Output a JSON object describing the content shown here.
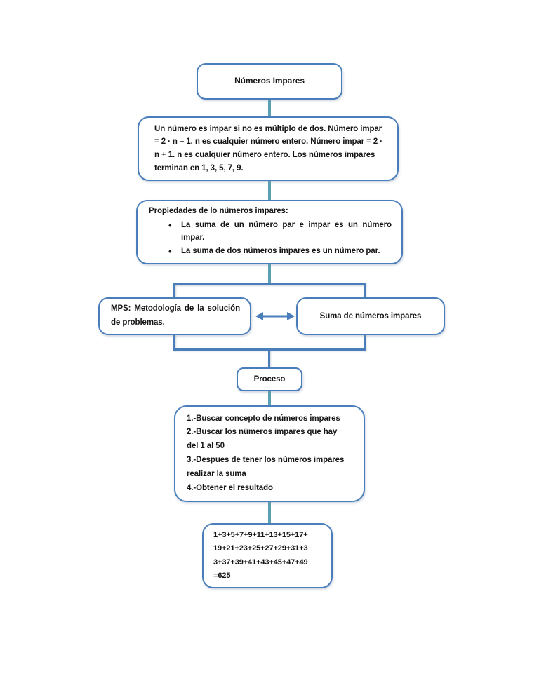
{
  "diagram": {
    "title": "Números Impares",
    "theme": {
      "box_border": "#4a7ebb",
      "box_fill": "#ffffff",
      "connector_teal": "#5aa0b4",
      "connector_blue": "#4a7ebb",
      "text": "#151515",
      "page_background": "#ffffff"
    },
    "nodes": {
      "title": {
        "label": "Números Impares"
      },
      "definition": {
        "lines": [
          "Un número es impar si no es múltiplo de dos.",
          "Número impar = 2 · n – 1. n es cualquier número entero.",
          "Número impar = 2 · n + 1. n es cualquier número entero.",
          "Los números impares terminan en 1, 3, 5, 7, 9."
        ]
      },
      "properties": {
        "heading": "Propiedades de lo números impares:",
        "bullets": [
          "La suma de un número par e impar es un número impar.",
          "La suma de dos números impares es un número par."
        ]
      },
      "mps": {
        "label": "MPS: Metodología de la solución de problemas."
      },
      "suma": {
        "label": "Suma de números impares"
      },
      "proceso": {
        "label": "Proceso"
      },
      "steps": {
        "lines": [
          "1.-Buscar concepto de números impares",
          "2.-Buscar los números impares que hay",
          "del 1 al 50",
          "3.-Despues de tener los números impares",
          "realizar la suma",
          "4.-Obtener el resultado"
        ]
      },
      "result": {
        "lines": [
          "1+3+5+7+9+11+13+15+17+",
          "19+21+23+25+27+29+31+3",
          "3+37+39+41+43+45+47+49",
          "=625"
        ]
      }
    },
    "connectors": {
      "title_to_definition": "vertical-line",
      "definition_to_properties": "vertical-line",
      "properties_to_split": "vertical-line-with-bracket",
      "mps_suma_relation": "double-headed-arrow",
      "merge_to_proceso": "bracket-with-vertical-line",
      "proceso_to_steps": "vertical-line",
      "steps_to_result": "vertical-line"
    }
  }
}
